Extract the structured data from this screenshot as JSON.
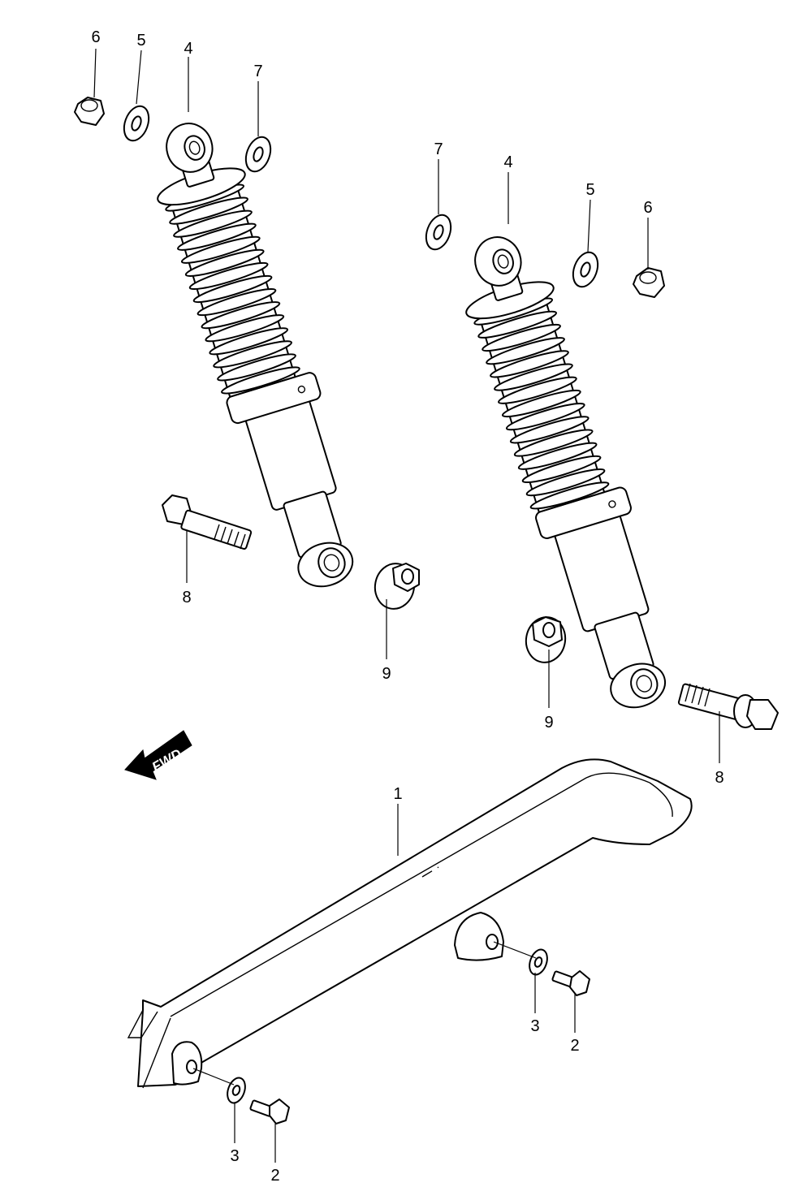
{
  "callouts": {
    "c1": "1",
    "c2a": "2",
    "c2b": "2",
    "c3a": "3",
    "c3b": "3",
    "c4a": "4",
    "c4b": "4",
    "c5a": "5",
    "c5b": "5",
    "c6a": "6",
    "c6b": "6",
    "c7a": "7",
    "c7b": "7",
    "c8a": "8",
    "c8b": "8",
    "c9a": "9",
    "c9b": "9"
  },
  "fwd_label": "FWD",
  "colors": {
    "line": "#000000",
    "background": "#ffffff"
  }
}
